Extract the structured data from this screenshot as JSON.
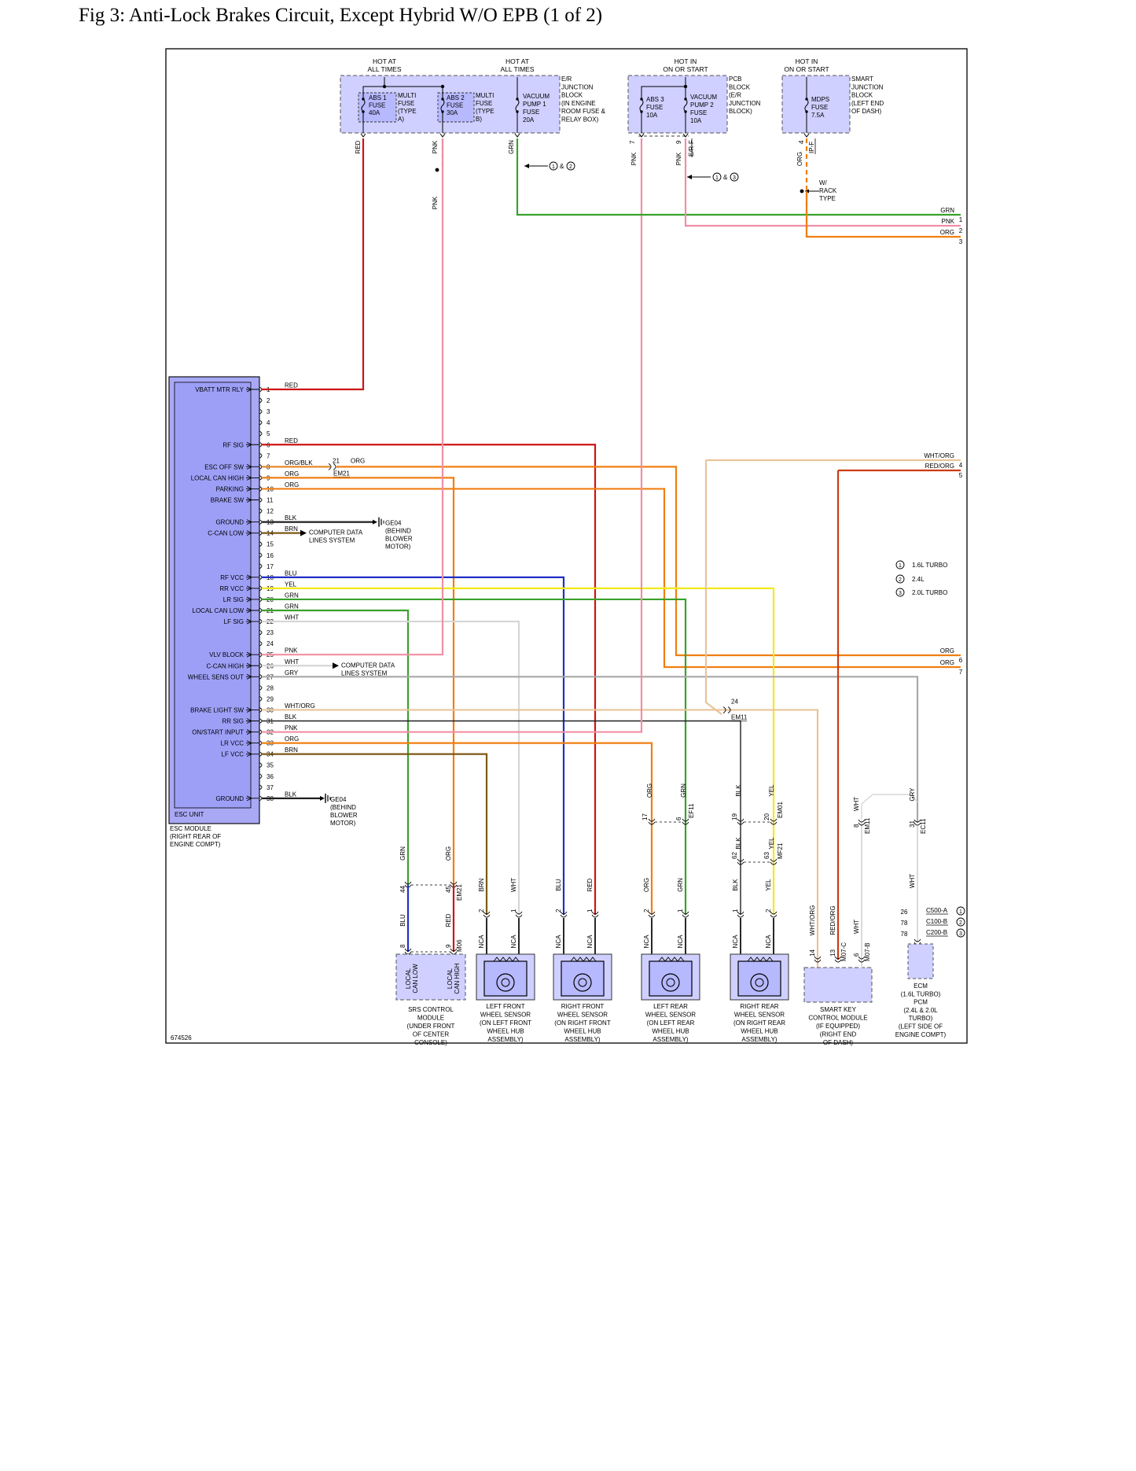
{
  "title": "Fig 3: Anti-Lock Brakes Circuit, Except Hybrid W/O EPB (1 of 2)",
  "figure_id": "674526",
  "colors": {
    "RED": "#cc1414",
    "PNK": "#ef8fa4",
    "GRN": "#3aa12c",
    "ORG": "#f07f12",
    "BLK": "#202020",
    "BRN": "#7b5a14",
    "BLU": "#1f2fc8",
    "YEL": "#f2ea1b",
    "WHT": "#d6d6d6",
    "GRY": "#a8a8a8",
    "WHT/ORG": "#e8c49a",
    "RED/ORG": "#cf3a10",
    "ORG/BLK": "#e58a2a",
    "module_fill": "#a8a8f5",
    "block_fill": "#cfd0ff"
  },
  "power_sources": [
    {
      "label": "HOT AT ALL TIMES"
    },
    {
      "label": "HOT AT ALL TIMES"
    },
    {
      "label": "HOT IN ON OR START"
    },
    {
      "label": "HOT IN ON OR START"
    }
  ],
  "fuse_blocks": [
    {
      "name": "E/R JUNCTION BLOCK (IN ENGINE ROOM FUSE & RELAY BOX)",
      "fuses": [
        {
          "label": "ABS 1 FUSE 40A",
          "note": "MULTI FUSE (TYPE A)"
        },
        {
          "label": "ABS 2 FUSE 30A",
          "note": "MULTI FUSE (TYPE B)"
        },
        {
          "label": "VACUUM PUMP 1 FUSE 20A"
        }
      ]
    },
    {
      "name": "PCB BLOCK (E/R JUNCTION BLOCK)",
      "fuses": [
        {
          "label": "ABS 3 FUSE 10A"
        },
        {
          "label": "VACUUM PUMP 2 FUSE 10A"
        }
      ]
    },
    {
      "name": "SMART JUNCTION BLOCK (LEFT END OF DASH)",
      "fuses": [
        {
          "label": "MDPS FUSE 7.5A"
        }
      ]
    }
  ],
  "esc_unit": {
    "label": "ESC UNIT",
    "module_label": "ESC MODULE (RIGHT REAR OF ENGINE COMPT)",
    "pins": [
      {
        "pin": "1",
        "name": "VBATT MTR RLY",
        "wire": "RED"
      },
      {
        "pin": "2"
      },
      {
        "pin": "3"
      },
      {
        "pin": "4"
      },
      {
        "pin": "5"
      },
      {
        "pin": "6",
        "name": "RF SIG",
        "wire": "RED"
      },
      {
        "pin": "7"
      },
      {
        "pin": "8",
        "name": "ESC OFF SW",
        "wire": "ORG/BLK"
      },
      {
        "pin": "9",
        "name": "LOCAL CAN HIGH",
        "wire": "ORG"
      },
      {
        "pin": "10",
        "name": "PARKING",
        "wire": "ORG"
      },
      {
        "pin": "11",
        "name": "BRAKE SW"
      },
      {
        "pin": "12"
      },
      {
        "pin": "13",
        "name": "GROUND",
        "wire": "BLK"
      },
      {
        "pin": "14",
        "name": "C-CAN LOW",
        "wire": "BRN"
      },
      {
        "pin": "15"
      },
      {
        "pin": "16"
      },
      {
        "pin": "17"
      },
      {
        "pin": "18",
        "name": "RF VCC",
        "wire": "BLU"
      },
      {
        "pin": "19",
        "name": "RR VCC",
        "wire": "YEL"
      },
      {
        "pin": "20",
        "name": "LR SIG",
        "wire": "GRN"
      },
      {
        "pin": "21",
        "name": "LOCAL CAN LOW",
        "wire": "GRN"
      },
      {
        "pin": "22",
        "name": "LF SIG",
        "wire": "WHT"
      },
      {
        "pin": "23"
      },
      {
        "pin": "24"
      },
      {
        "pin": "25",
        "name": "VLV BLOCK",
        "wire": "PNK"
      },
      {
        "pin": "26",
        "name": "C-CAN HIGH",
        "wire": "WHT"
      },
      {
        "pin": "27",
        "name": "WHEEL SENS OUT",
        "wire": "GRY"
      },
      {
        "pin": "28"
      },
      {
        "pin": "29"
      },
      {
        "pin": "30",
        "name": "BRAKE LIGHT SW",
        "wire": "WHT/ORG"
      },
      {
        "pin": "31",
        "name": "RR SIG",
        "wire": "BLK"
      },
      {
        "pin": "32",
        "name": "ON/START INPUT",
        "wire": "PNK"
      },
      {
        "pin": "33",
        "name": "LR VCC",
        "wire": "ORG"
      },
      {
        "pin": "34",
        "name": "LF VCC",
        "wire": "BRN"
      },
      {
        "pin": "35"
      },
      {
        "pin": "36"
      },
      {
        "pin": "37"
      },
      {
        "pin": "38",
        "name": "GROUND",
        "wire": "BLK"
      }
    ]
  },
  "inline_labels": {
    "em21_pin": "21",
    "em21_wire": "ORG",
    "em21_conn": "EM21",
    "ge04": "GE04 (BEHIND BLOWER MOTOR)",
    "computer_data": "COMPUTER DATA LINES SYSTEM",
    "em11_pin": "24",
    "em11_conn": "EM11",
    "rack_type": "W/ RACK TYPE",
    "ref_a": "1 & 2",
    "ref_b": "1 & 3"
  },
  "continuations": [
    {
      "num": "1",
      "wire": "GRN"
    },
    {
      "num": "2",
      "wire": "PNK"
    },
    {
      "num": "3",
      "wire": "ORG"
    },
    {
      "num": "4",
      "wire": "WHT/ORG"
    },
    {
      "num": "5",
      "wire": "RED/ORG"
    },
    {
      "num": "6",
      "wire": "ORG"
    },
    {
      "num": "7",
      "wire": "ORG"
    }
  ],
  "legend": [
    {
      "num": "1",
      "label": "1.6L TURBO"
    },
    {
      "num": "2",
      "label": "2.4L"
    },
    {
      "num": "3",
      "label": "2.0L TURBO"
    }
  ],
  "components": [
    {
      "name": "SRS CONTROL MODULE (UNDER FRONT OF CENTER CONSOLE)",
      "pins": [
        "LOCAL CAN LOW",
        "LOCAL CAN HIGH"
      ]
    },
    {
      "name": "LEFT FRONT WHEEL SENSOR (ON LEFT FRONT WHEEL HUB ASSEMBLY)"
    },
    {
      "name": "RIGHT FRONT WHEEL SENSOR (ON RIGHT FRONT WHEEL HUB ASSEMBLY)"
    },
    {
      "name": "LEFT REAR WHEEL SENSOR (ON LEFT REAR WHEEL HUB ASSEMBLY)"
    },
    {
      "name": "RIGHT REAR WHEEL SENSOR (ON RIGHT REAR WHEEL HUB ASSEMBLY)"
    },
    {
      "name": "SMART KEY CONTROL MODULE (IF EQUIPPED) (RIGHT END OF DASH)"
    },
    {
      "name": "ECM (1.6L TURBO) PCM (2.4L & 2.0L TURBO) (LEFT SIDE OF ENGINE COMPT)"
    }
  ],
  "connectors": {
    "ef11": "EF11",
    "em01": "EM01",
    "mf21": "MF21",
    "em21b": "EM21",
    "m06": "M06",
    "m07c": "M07-C",
    "m07b": "M07-B",
    "em11b": "EM11",
    "ec11": "EC11",
    "ef_r": "E/R-F",
    "ip_f": "IP-F",
    "ecm_conns": [
      {
        "pin": "26",
        "conn": "C500-A",
        "ref": "1"
      },
      {
        "pin": "78",
        "conn": "C100-B",
        "ref": "2"
      },
      {
        "pin": "78",
        "conn": "C200-B",
        "ref": "3"
      }
    ]
  },
  "sensor_wire_label": "NCA"
}
